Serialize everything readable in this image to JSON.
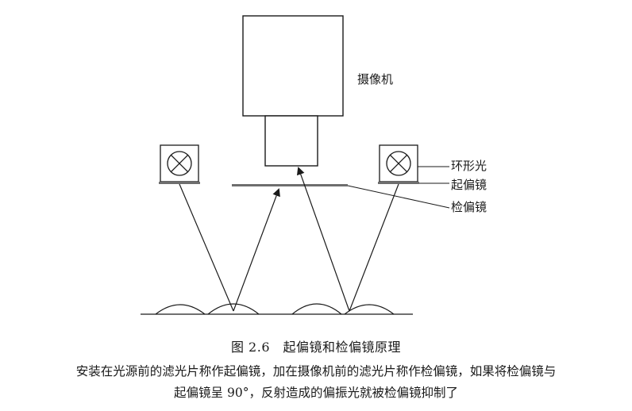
{
  "labels": {
    "camera": "摄像机",
    "ring_light": "环形光",
    "polarizer": "起偏镜",
    "analyzer": "检偏镜"
  },
  "caption": {
    "title": "图 2.6　起偏镜和检偏镜原理",
    "line1": "安装在光源前的滤光片称作起偏镜，加在摄像机前的滤光片称作检偏镜，如果将检偏镜与",
    "line2": "起偏镜呈 90°，反射造成的偏振光就被检偏镜抑制了"
  }
}
